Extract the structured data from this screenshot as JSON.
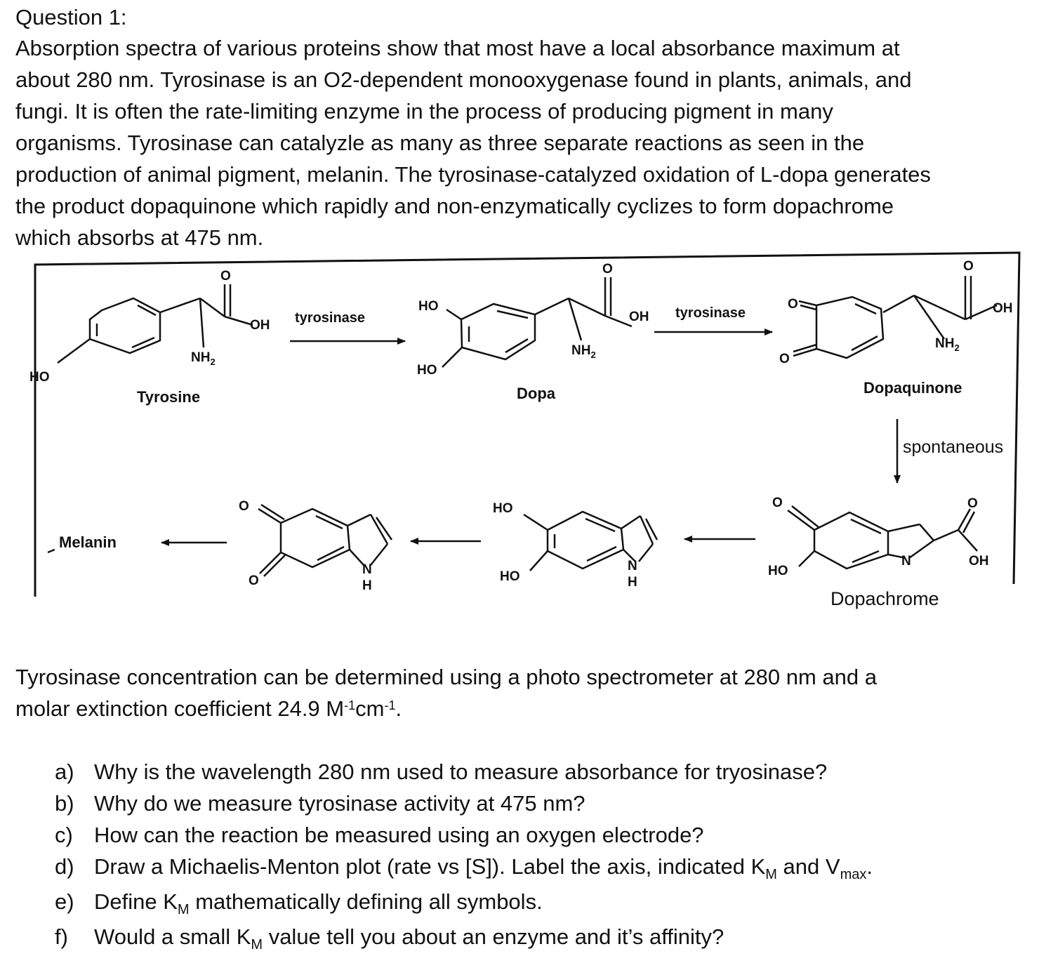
{
  "question_title": "Question 1:",
  "intro_lines": [
    "Absorption spectra of various proteins show that most have a local absorbance maximum at",
    "about 280 nm. Tyrosinase is an O2-dependent monooxygenase found in plants, animals, and",
    "fungi. It is often the rate-limiting enzyme in the process of producing pigment in many",
    "organisms. Tyrosinase can catalyzle as many as three separate reactions as seen in the",
    "production of animal pigment, melanin. The tyrosinase-catalyzed oxidation of L-dopa generates",
    "the product dopaquinone which rapidly and non-enzymatically cyclizes to form dopachrome",
    "which absorbs at 475 nm."
  ],
  "scheme": {
    "compounds": {
      "tyrosine": "Tyrosine",
      "dopa": "Dopa",
      "dopaquinone": "Dopaquinone",
      "dopachrome": "Dopachrome",
      "melanin": "Melanin"
    },
    "arrows": {
      "step1": "tyrosinase",
      "step2": "tyrosinase",
      "step3": "spontaneous"
    },
    "groups": {
      "ho": "HO",
      "oh": "OH",
      "o": "O",
      "nh2": "NH",
      "nh2_sub": "2",
      "n": "N",
      "h": "H"
    }
  },
  "measurement": {
    "line1": "Tyrosinase concentration can be determined using a photo spectrometer at 280 nm and a",
    "line2_pre": "molar extinction coefficient 24.9 M",
    "line2_exp1": "-1",
    "line2_mid": "cm",
    "line2_exp2": "-1",
    "line2_post": "."
  },
  "questions": [
    {
      "letter": "a)",
      "text": "Why is the wavelength 280 nm used to measure absorbance for tryosinase?"
    },
    {
      "letter": "b)",
      "text": "Why do we measure tyrosinase activity at 475 nm?"
    },
    {
      "letter": "c)",
      "text": "How can the reaction be measured using an oxygen electrode?"
    },
    {
      "letter": "d)",
      "text_pre": "Draw a Michaelis-Menton plot (rate vs [S]). Label the axis, indicated K",
      "sub1": "M",
      "text_mid": " and V",
      "sub2": "max",
      "text_post": "."
    },
    {
      "letter": "e)",
      "text_pre": "Define K",
      "sub1": "M",
      "text_post": " mathematically defining all symbols."
    },
    {
      "letter": "f)",
      "text_pre": "Would a small K",
      "sub1": "M",
      "text_post": " value tell you about an enzyme and it’s affinity?"
    }
  ]
}
